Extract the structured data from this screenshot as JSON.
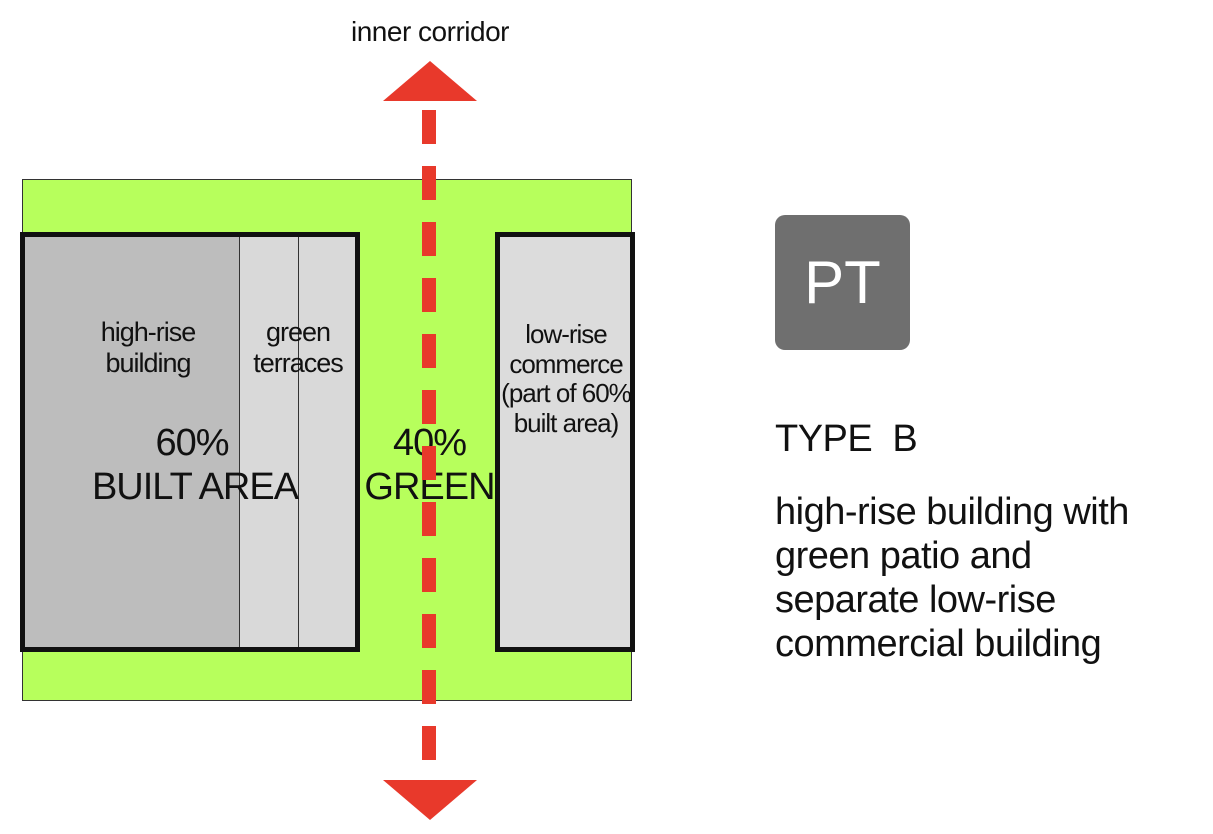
{
  "diagram": {
    "corridor_label": "inner corridor",
    "highrise_label_1": "high-rise",
    "highrise_label_2": "building",
    "terraces_label_1": "green",
    "terraces_label_2": "terraces",
    "built_pct": "60%",
    "built_label": "BUILT AREA",
    "green_pct": "40%",
    "green_label": "GREEN",
    "commerce_label_1": "low-rise",
    "commerce_label_2": "commerce",
    "commerce_label_3": "(part of 60%",
    "commerce_label_4": "built area)"
  },
  "legend": {
    "badge": "PT",
    "type_title": "TYPE  B",
    "caption_lines": [
      "high-rise building with",
      "green patio and",
      "separate low-rise",
      "commercial building"
    ]
  },
  "colors": {
    "green_area": "#b7ff5c",
    "highrise": "#bdbdbd",
    "terraces": "#d9d9d9",
    "arrow": "#e8392b",
    "badge": "#6f6f6f"
  }
}
